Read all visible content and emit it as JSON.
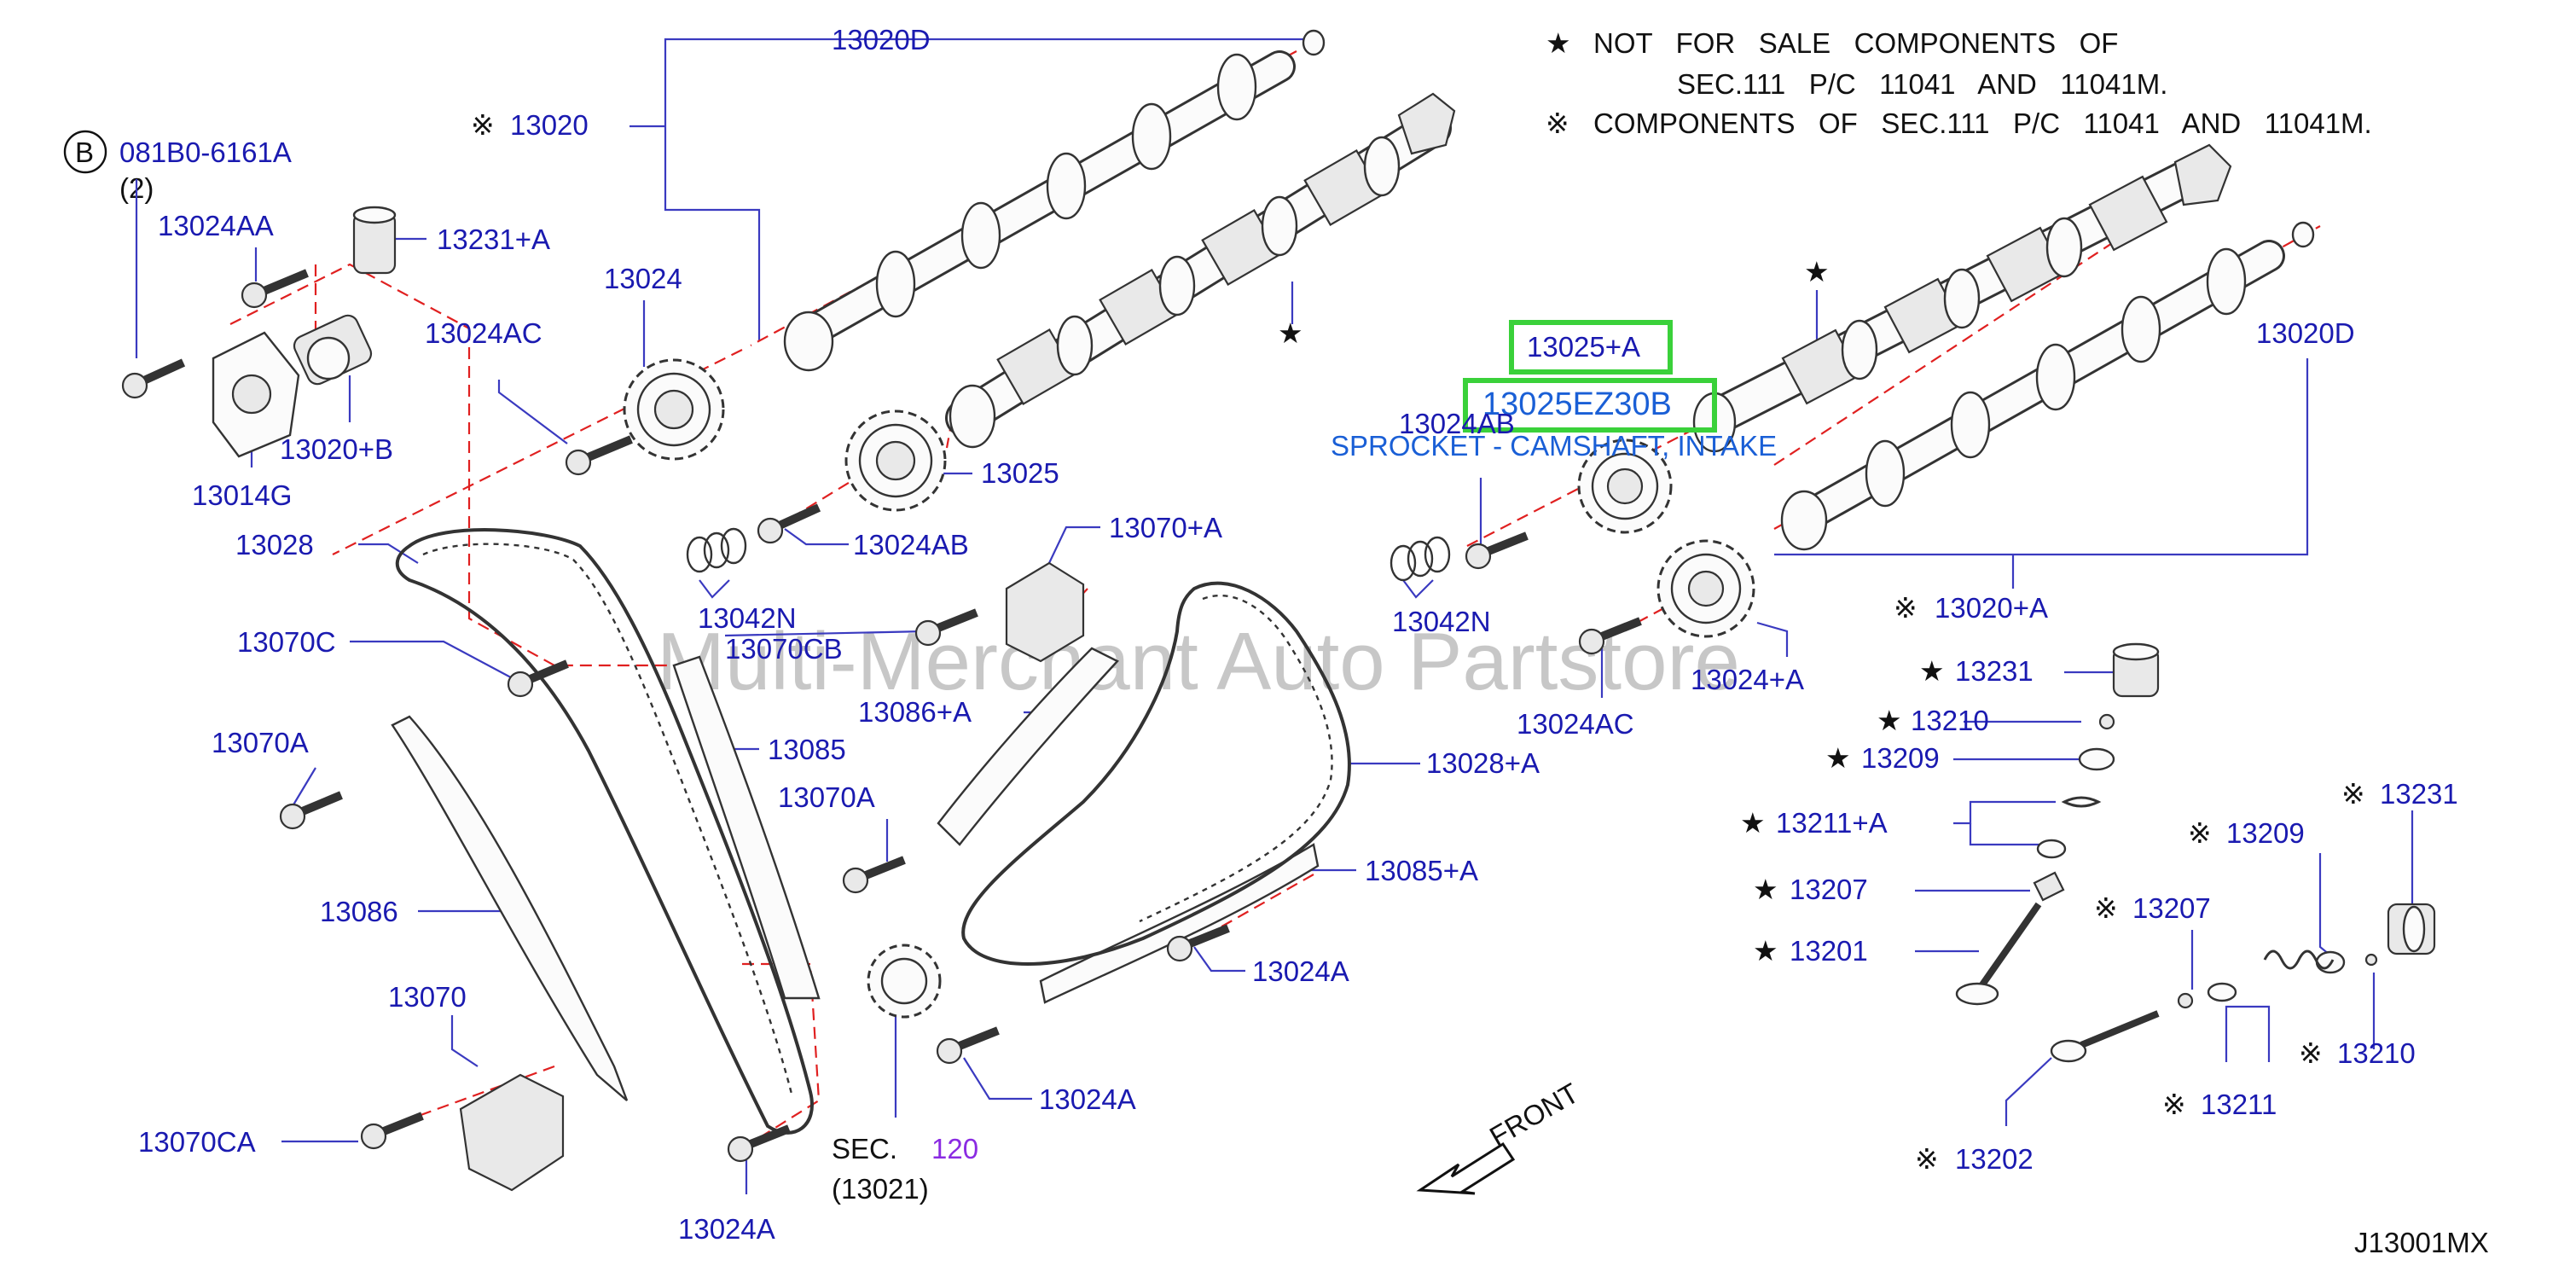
{
  "notes": {
    "star_symbol": "★",
    "ref_symbol": "※",
    "line1": "NOT   FOR   SALE   COMPONENTS   OF",
    "line2": "SEC.111   P/C   11041   AND   11041M.",
    "line3": "COMPONENTS   OF   SEC.111   P/C   11041   AND   11041M."
  },
  "bolt_callout": {
    "letter": "B",
    "code": "081B0-6161A",
    "qty": "(2)"
  },
  "selection": {
    "label": "13025+A",
    "part_number": "13025EZ30B",
    "description": "SPROCKET - CAMSHAFT, INTAKE",
    "highlight_color": "#3ad13a"
  },
  "sec_ref": {
    "prefix": "SEC.",
    "number": "120",
    "sub": "(13021)",
    "number_color": "#8a2be2"
  },
  "front_label": "FRONT",
  "diagram_code": "J13001MX",
  "watermark": "Multi-Merchant Auto Partstore",
  "labels": {
    "p13020D_a": "13020D",
    "p13020": "13020",
    "p13024AA": "13024AA",
    "p13231A": "13231+A",
    "p13024": "13024",
    "p13024AC_a": "13024AC",
    "p13020B": "13020+B",
    "p13014G": "13014G",
    "p13025": "13025",
    "p13028": "13028",
    "p13024AB_a": "13024AB",
    "p13070A_top": "13070+A",
    "p13042N_a": "13042N",
    "p13070C": "13070C",
    "p13070CB": "13070CB",
    "p13086A": "13086+A",
    "p13085": "13085",
    "p13070A_a": "13070A",
    "p13070A_b": "13070A",
    "p13028A": "13028+A",
    "p13085A": "13085+A",
    "p13086": "13086",
    "p13024A_a": "13024A",
    "p13024A_b": "13024A",
    "p13024A_c": "13024A",
    "p13070": "13070",
    "p13070CA": "13070CA",
    "p13024AB_b": "13024AB",
    "p13042N_b": "13042N",
    "p13024AC_b": "13024AC",
    "p13024A_plus": "13024+A",
    "p13020D_b": "13020D",
    "p13020A": "13020+A",
    "p13231": "13231",
    "p13210": "13210",
    "p13209": "13209",
    "p13211A": "13211+A",
    "p13207": "13207",
    "p13201": "13201",
    "p13231_r": "13231",
    "p13209_r": "13209",
    "p13207_r": "13207",
    "p13210_r": "13210",
    "p13211_r": "13211",
    "p13202": "13202"
  }
}
